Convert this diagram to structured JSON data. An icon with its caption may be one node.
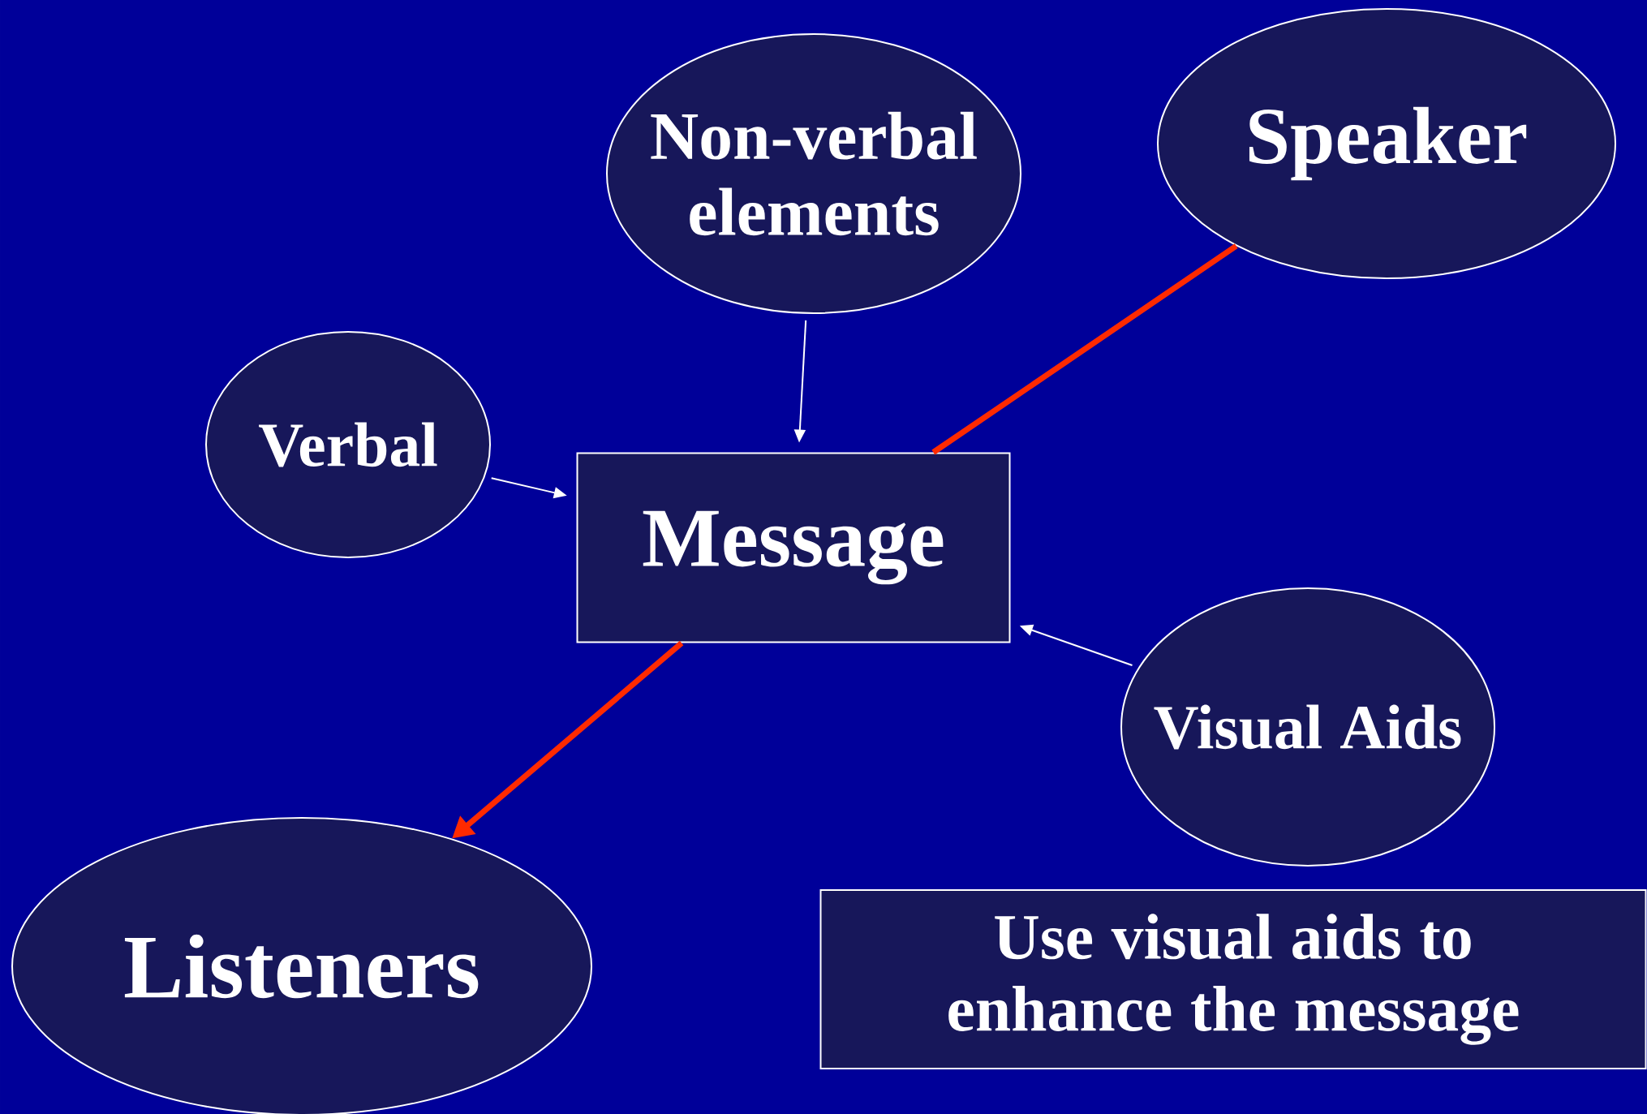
{
  "diagram": {
    "nodes": [
      {
        "text": [
          "Non-verbal elements"
        ]
      },
      {
        "text": [
          "Speaker"
        ]
      },
      {
        "text": [
          "Verbal"
        ]
      },
      {
        "text": [
          "Message"
        ]
      },
      {
        "text": [
          "Visual Aids"
        ]
      },
      {
        "text": [
          "Listeners"
        ]
      },
      {
        "text": [
          "Use visual aids to enhance the message"
        ]
      }
    ],
    "edges": [
      {
        "from": 0,
        "to": 3,
        "arrow": "to"
      },
      {
        "from": 2,
        "to": 3,
        "arrow": "to"
      },
      {
        "from": 4,
        "to": 3,
        "arrow": "to"
      },
      {
        "from": 1,
        "to": 3,
        "arrow": "none",
        "style": "thick",
        "color": "#ff2a00"
      },
      {
        "from": 3,
        "to": 5,
        "arrow": "to",
        "style": "thick",
        "color": "#ff2a00"
      }
    ]
  }
}
